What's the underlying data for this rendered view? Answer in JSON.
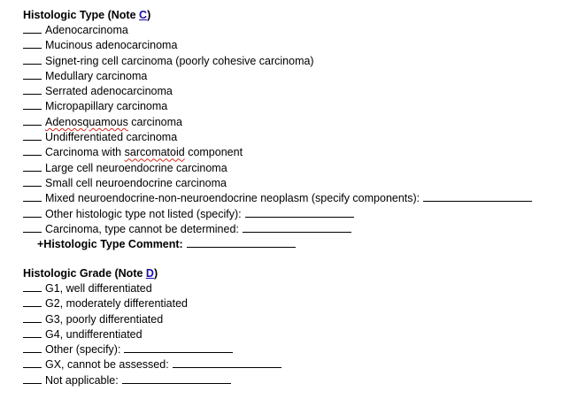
{
  "histologic_type": {
    "title": "Histologic Type (Note ",
    "note_link": "C",
    "title_end": ")",
    "items": [
      {
        "label": "Adenocarcinoma"
      },
      {
        "label": "Mucinous adenocarcinoma"
      },
      {
        "label": "Signet-ring cell carcinoma (poorly cohesive carcinoma)"
      },
      {
        "label": "Medullary carcinoma"
      },
      {
        "label": "Serrated adenocarcinoma"
      },
      {
        "label": "Micropapillary carcinoma"
      },
      {
        "label_a": "Adenosquamous",
        "label_b": " carcinoma"
      },
      {
        "label": "Undifferentiated carcinoma"
      },
      {
        "label_a": "Carcinoma with ",
        "label_b": "sarcomatoid",
        "label_c": " component"
      },
      {
        "label": "Large cell neuroendocrine carcinoma"
      },
      {
        "label": "Small cell neuroendocrine carcinoma"
      },
      {
        "label": "Mixed neuroendocrine-non-neuroendocrine neoplasm (specify components):"
      },
      {
        "label": "Other histologic type not listed (specify):"
      },
      {
        "label": "Carcinoma, type cannot be determined:"
      }
    ],
    "comment": "+Histologic Type Comment:"
  },
  "histologic_grade": {
    "title": "Histologic Grade (Note ",
    "note_link": "D",
    "title_end": ")",
    "items": [
      {
        "label": "G1, well differentiated"
      },
      {
        "label": "G2, moderately differentiated"
      },
      {
        "label": "G3, poorly differentiated"
      },
      {
        "label": "G4, undifferentiated"
      },
      {
        "label": "Other (specify):"
      },
      {
        "label": "GX, cannot be assessed:"
      },
      {
        "label": "Not applicable:"
      }
    ]
  }
}
